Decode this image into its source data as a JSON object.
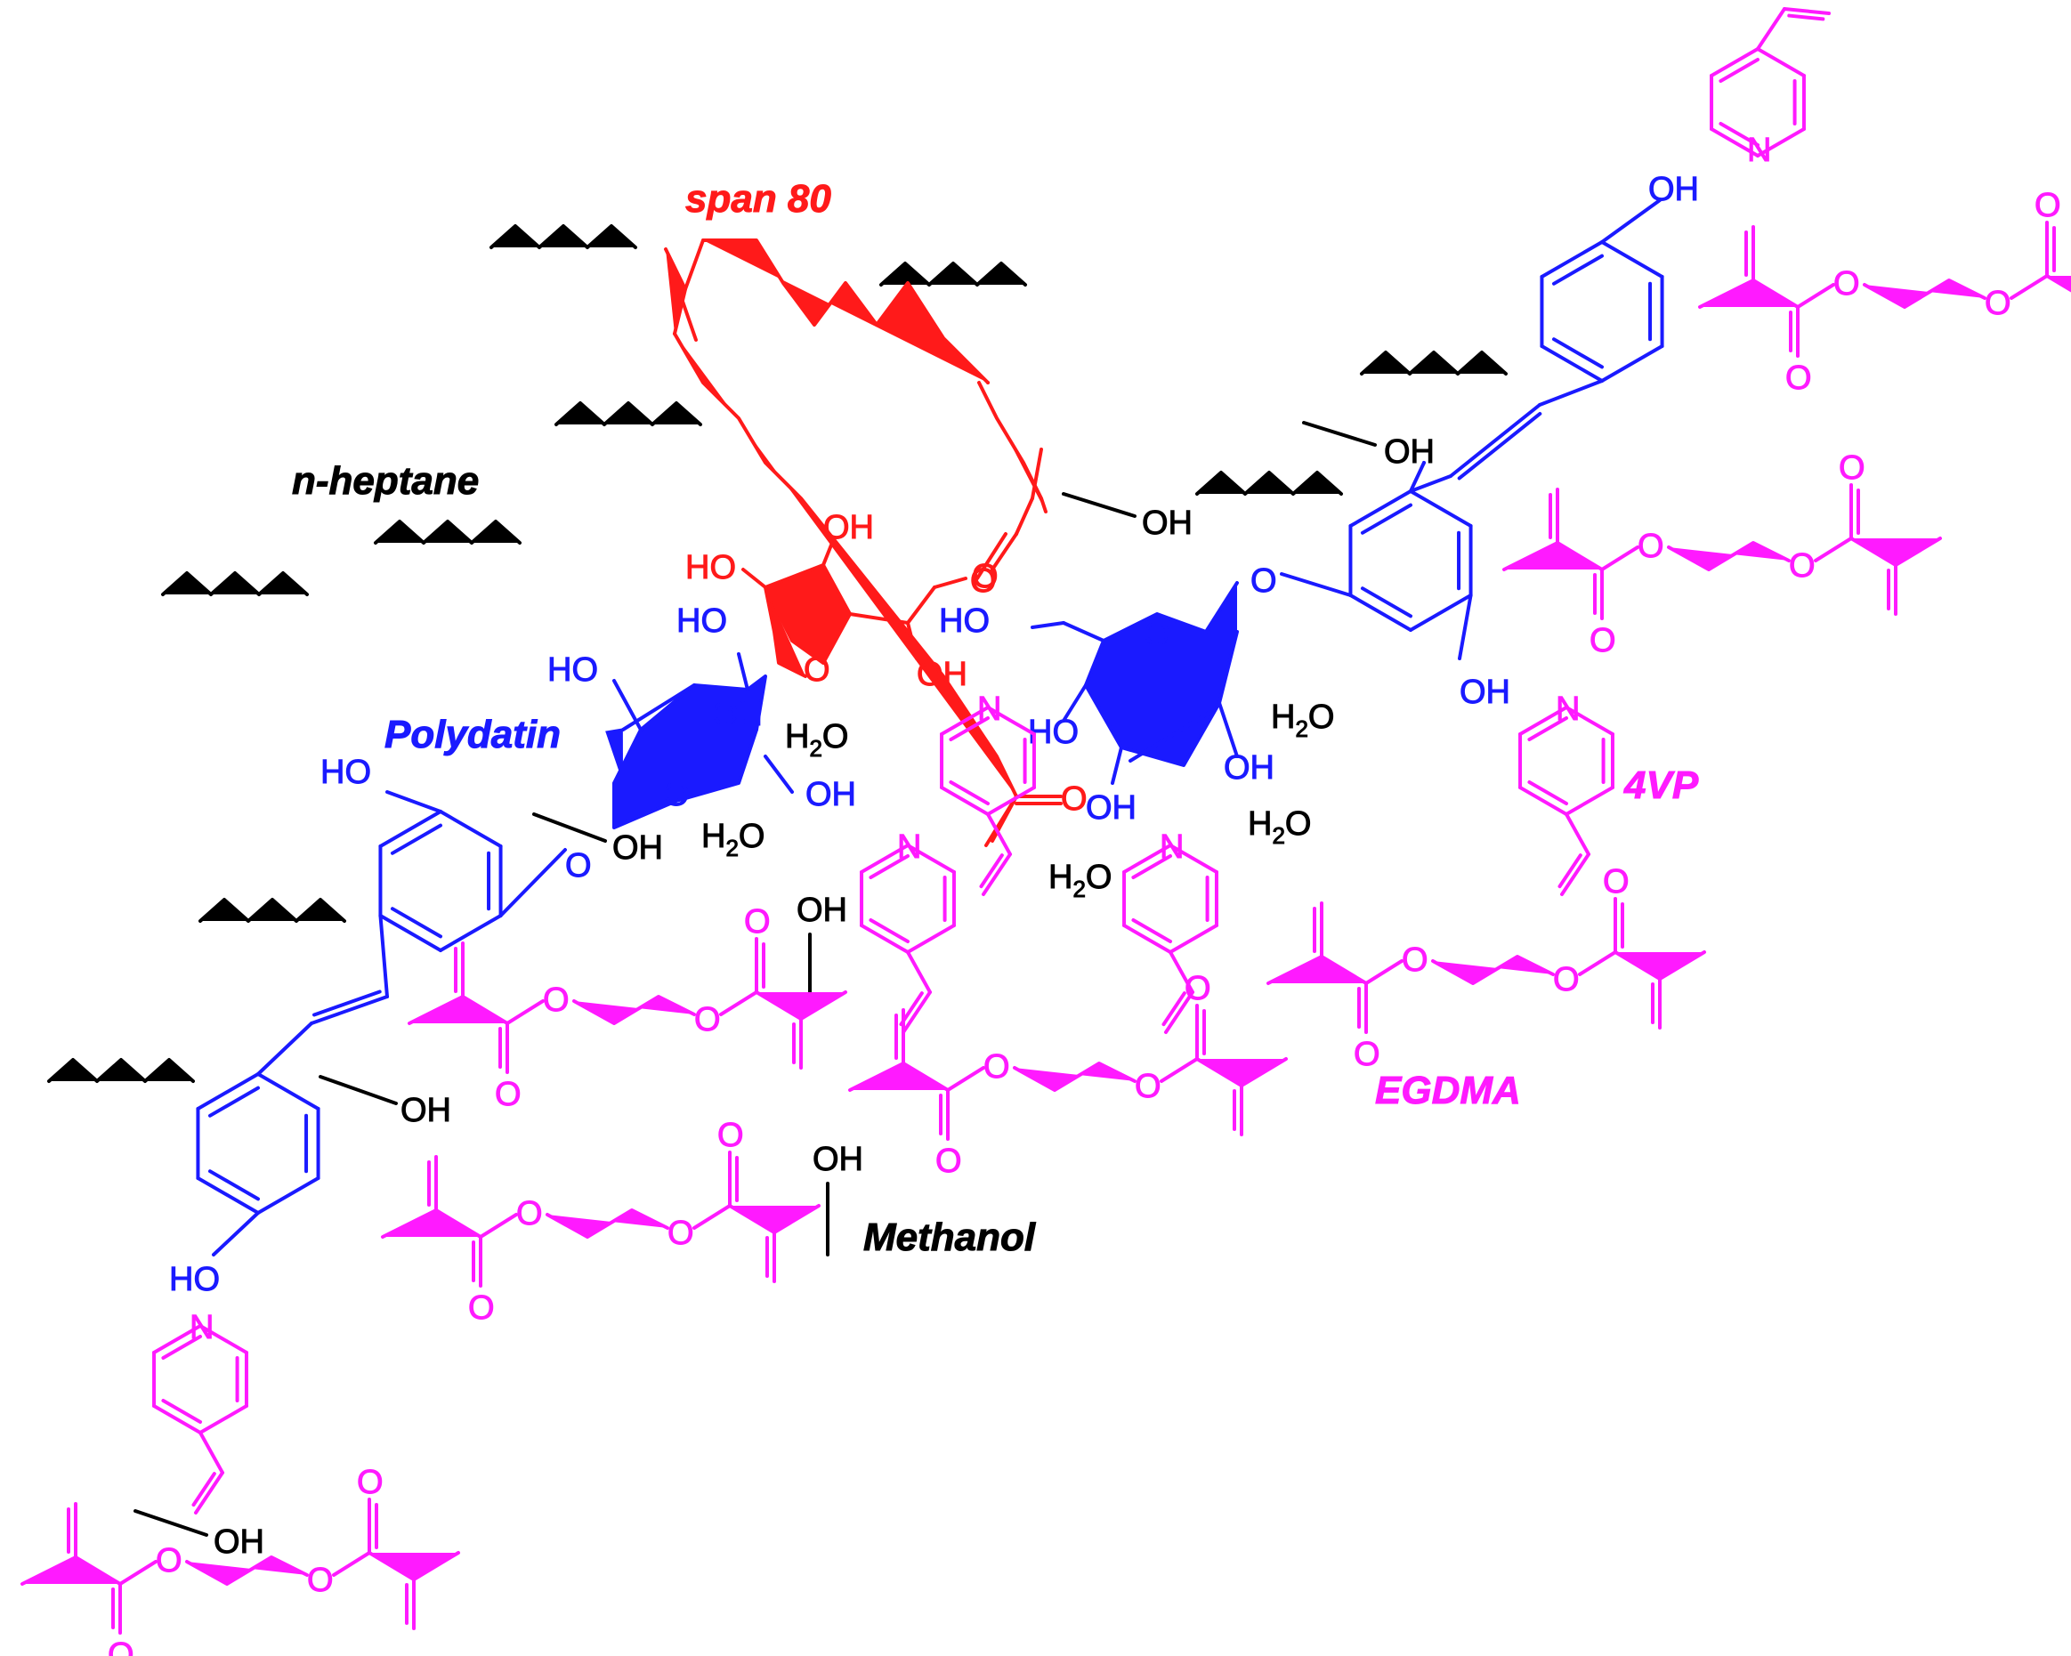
{
  "labels": {
    "span80": "span 80",
    "heptane": "n-heptane",
    "polydatin": "Polydatin",
    "vp": "4VP",
    "egdma": "EGDMA",
    "methanol": "Methanol"
  },
  "atoms": {
    "oh": "OH",
    "ho": "HO",
    "o": "O",
    "n": "N",
    "h": "H",
    "two": "2"
  },
  "colors": {
    "solvent": "#000000",
    "polydatin": "#1a1aff",
    "surfactant": "#ff1a1a",
    "monomer": "#ff1aff"
  }
}
